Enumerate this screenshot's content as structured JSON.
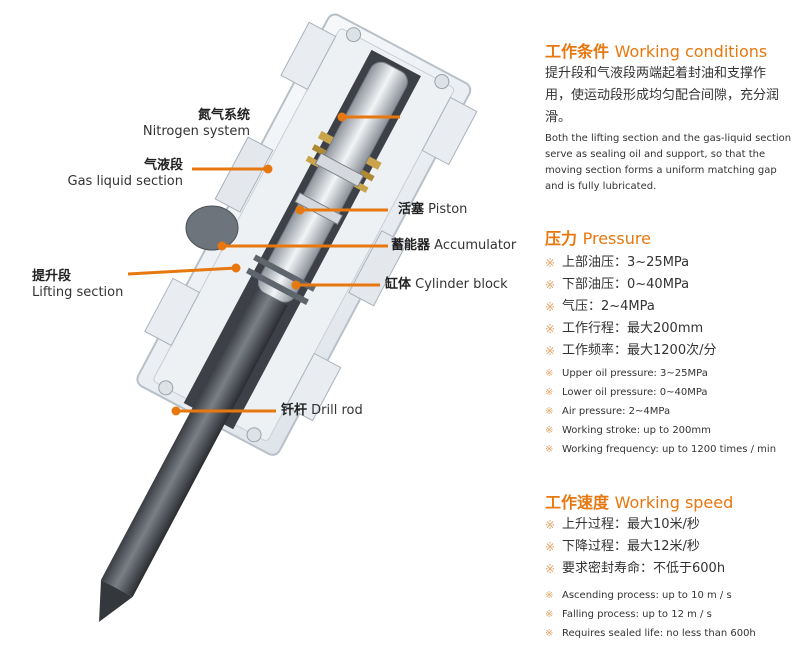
{
  "diagram": {
    "accent_color": "#e7770f",
    "callouts": {
      "gas_liquid": {
        "zh": "气液段",
        "en": "Gas liquid section"
      },
      "lifting": {
        "zh": "提升段",
        "en": "Lifting section"
      },
      "nitrogen": {
        "zh": "氮气系统",
        "en": "Nitrogen system"
      },
      "piston": {
        "zh": "活塞",
        "en": "Piston"
      },
      "accumulator": {
        "zh": "蓄能器",
        "en": "Accumulator"
      },
      "cylinder": {
        "zh": "缸体",
        "en": "Cylinder block"
      },
      "drill_rod": {
        "zh": "钎杆",
        "en": "Drill rod"
      }
    }
  },
  "working_conditions": {
    "title_zh": "工作条件",
    "title_en": "Working conditions",
    "desc_zh": "提升段和气液段两端起着封油和支撑作用，使运动段形成均匀配合间隙，充分润滑。",
    "desc_en": "Both the lifting section and the gas-liquid section serve as sealing oil and support, so that the moving section forms a uniform matching gap and is fully lubricated."
  },
  "pressure": {
    "title_zh": "压力",
    "title_en": "Pressure",
    "bullet_icon": "asterisk-bullet",
    "items_zh": [
      "上部油压：3~25MPa",
      "下部油压：0~40MPa",
      "气压：2~4MPa",
      "工作行程：最大200mm",
      "工作频率：最大1200次/分"
    ],
    "items_en": [
      "Upper oil pressure: 3~25MPa",
      "Lower oil pressure: 0~40MPa",
      "Air pressure: 2~4MPa",
      "Working stroke: up to 200mm",
      "Working frequency: up to 1200 times / min"
    ]
  },
  "working_speed": {
    "title_zh": "工作速度",
    "title_en": "Working speed",
    "items_zh": [
      "上升过程：最大10米/秒",
      "下降过程：最大12米/秒",
      "要求密封寿命：不低于600h"
    ],
    "items_en": [
      "Ascending process: up to 10 m / s",
      "Falling process: up to 12 m / s",
      "Requires sealed life: no less than 600h"
    ]
  }
}
